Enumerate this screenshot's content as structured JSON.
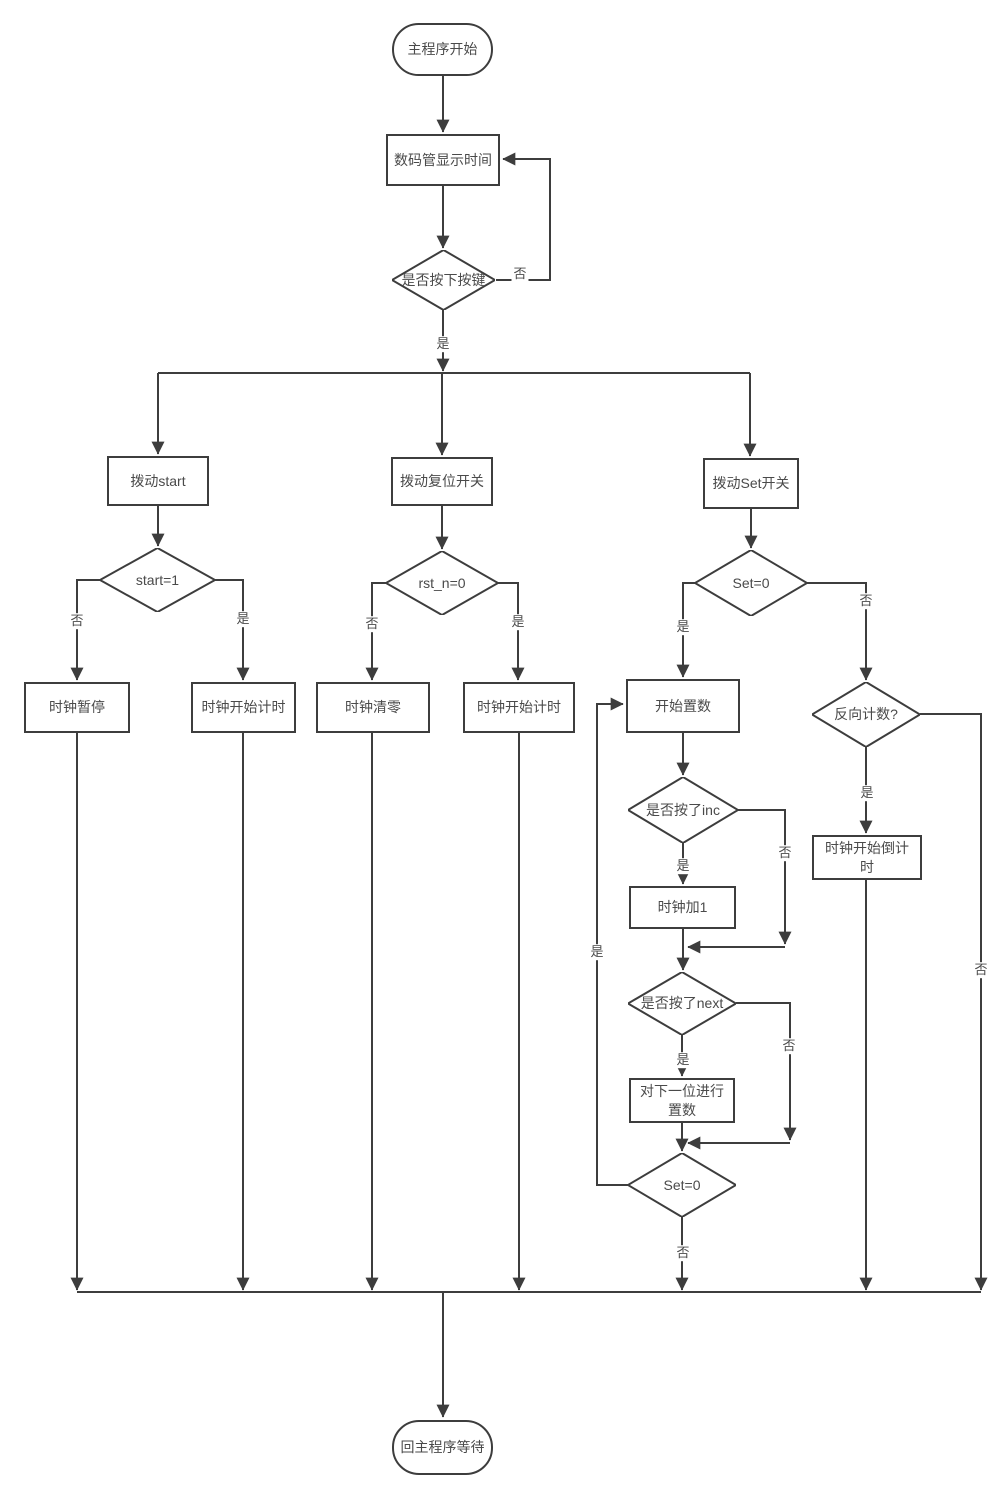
{
  "diagram": {
    "type": "flowchart",
    "colors": {
      "stroke": "#3d3d3d",
      "text": "#4a4a4a",
      "background": "#ffffff"
    },
    "labels": {
      "yes": "是",
      "no": "否"
    },
    "nodes": {
      "start": {
        "type": "terminator",
        "label": "主程序开始"
      },
      "display_time": {
        "type": "process",
        "label": "数码管显示时间"
      },
      "key_pressed": {
        "type": "decision",
        "label": "是否按下按键"
      },
      "toggle_start": {
        "type": "process",
        "label": "拨动start"
      },
      "toggle_reset": {
        "type": "process",
        "label": "拨动复位开关"
      },
      "toggle_set": {
        "type": "process",
        "label": "拨动Set开关"
      },
      "start_eq_1": {
        "type": "decision",
        "label": "start=1"
      },
      "rst_n_eq_0": {
        "type": "decision",
        "label": "rst_n=0"
      },
      "set_eq_0": {
        "type": "decision",
        "label": "Set=0"
      },
      "clock_pause": {
        "type": "process",
        "label": "时钟暂停"
      },
      "clock_start_1": {
        "type": "process",
        "label": "时钟开始计时"
      },
      "clock_clear": {
        "type": "process",
        "label": "时钟清零"
      },
      "clock_start_2": {
        "type": "process",
        "label": "时钟开始计时"
      },
      "begin_preset": {
        "type": "process",
        "label": "开始置数"
      },
      "reverse_count": {
        "type": "decision",
        "label": "反向计数?"
      },
      "inc_pressed": {
        "type": "decision",
        "label": "是否按了inc"
      },
      "clock_add_1": {
        "type": "process",
        "label": "时钟加1"
      },
      "clock_countdown": {
        "type": "process",
        "label": "时钟开始倒计时"
      },
      "next_pressed": {
        "type": "decision",
        "label": "是否按了next"
      },
      "preset_next_digit": {
        "type": "process",
        "label": "对下一位进行置数"
      },
      "set_eq_0_loop": {
        "type": "decision",
        "label": "Set=0"
      },
      "end": {
        "type": "terminator",
        "label": "回主程序等待"
      }
    }
  }
}
